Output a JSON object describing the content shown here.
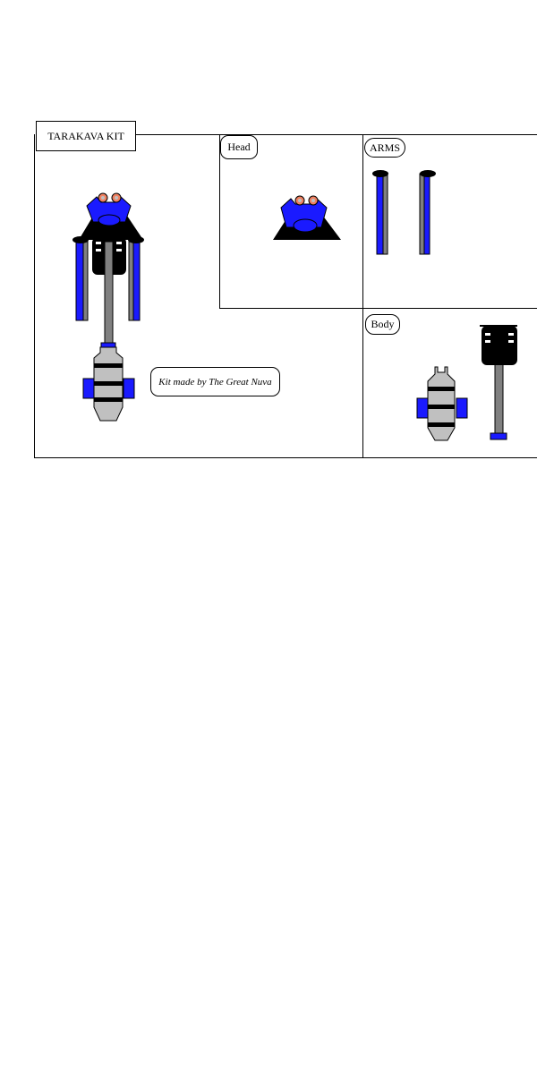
{
  "title": "TARAKAVA KIT",
  "sections": {
    "head": "Head",
    "arms": "ARMS",
    "body": "Body"
  },
  "credit": "Kit made by The Great Nuva",
  "colors": {
    "armor_blue": "#1a1aff",
    "armor_black": "#000000",
    "metal_gray": "#808080",
    "light_gray": "#c0c0c0",
    "eye_orange": "#f08060"
  }
}
